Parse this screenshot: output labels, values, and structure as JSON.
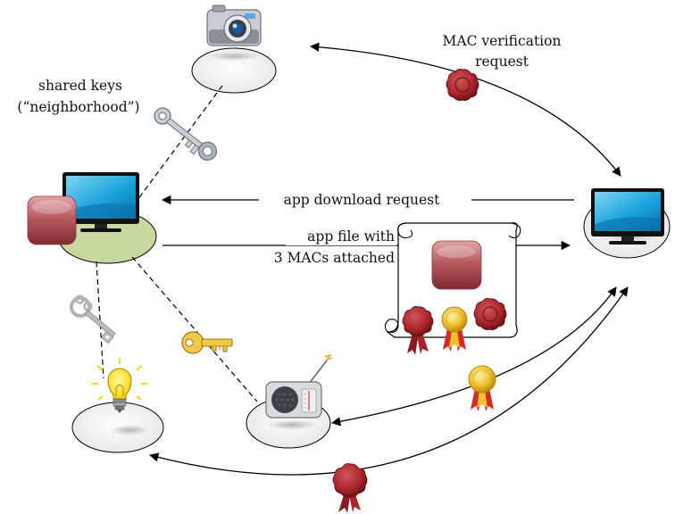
{
  "labels": {
    "shared_keys_line1": "shared keys",
    "shared_keys_line2": "(“neighborhood”)",
    "mac_request_line1": "MAC verification",
    "mac_request_line2": "request",
    "app_download_request": "app download request",
    "app_file_line1": "app file with",
    "app_file_line2": "3 MACs attached"
  },
  "nodes": [
    {
      "id": "camera",
      "icon": "camera-icon"
    },
    {
      "id": "owner-monitor",
      "icon": "monitor-icon"
    },
    {
      "id": "app-store-monitor",
      "icon": "monitor-icon"
    },
    {
      "id": "lightbulb",
      "icon": "lightbulb-icon"
    },
    {
      "id": "radio",
      "icon": "radio-icon"
    }
  ],
  "icons": {
    "keys": [
      "silver-key-icon",
      "silver-key-icon",
      "gold-key-icon"
    ],
    "seals": [
      "red-wax-seal-icon",
      "gold-medal-seal-icon",
      "red-wax-seal-icon"
    ],
    "app": "app-icon",
    "document": "scroll-document-icon"
  },
  "colors": {
    "owner_platform": "#c8d9a0",
    "platform": "#eeeeee",
    "wax_seal": "#a8232a",
    "gold_seal": "#f2c12e",
    "screen": "#1aa3dc",
    "app_icon": "#b85a60",
    "gold_key": "#f0c84a",
    "silver_key": "#aab4c0"
  }
}
